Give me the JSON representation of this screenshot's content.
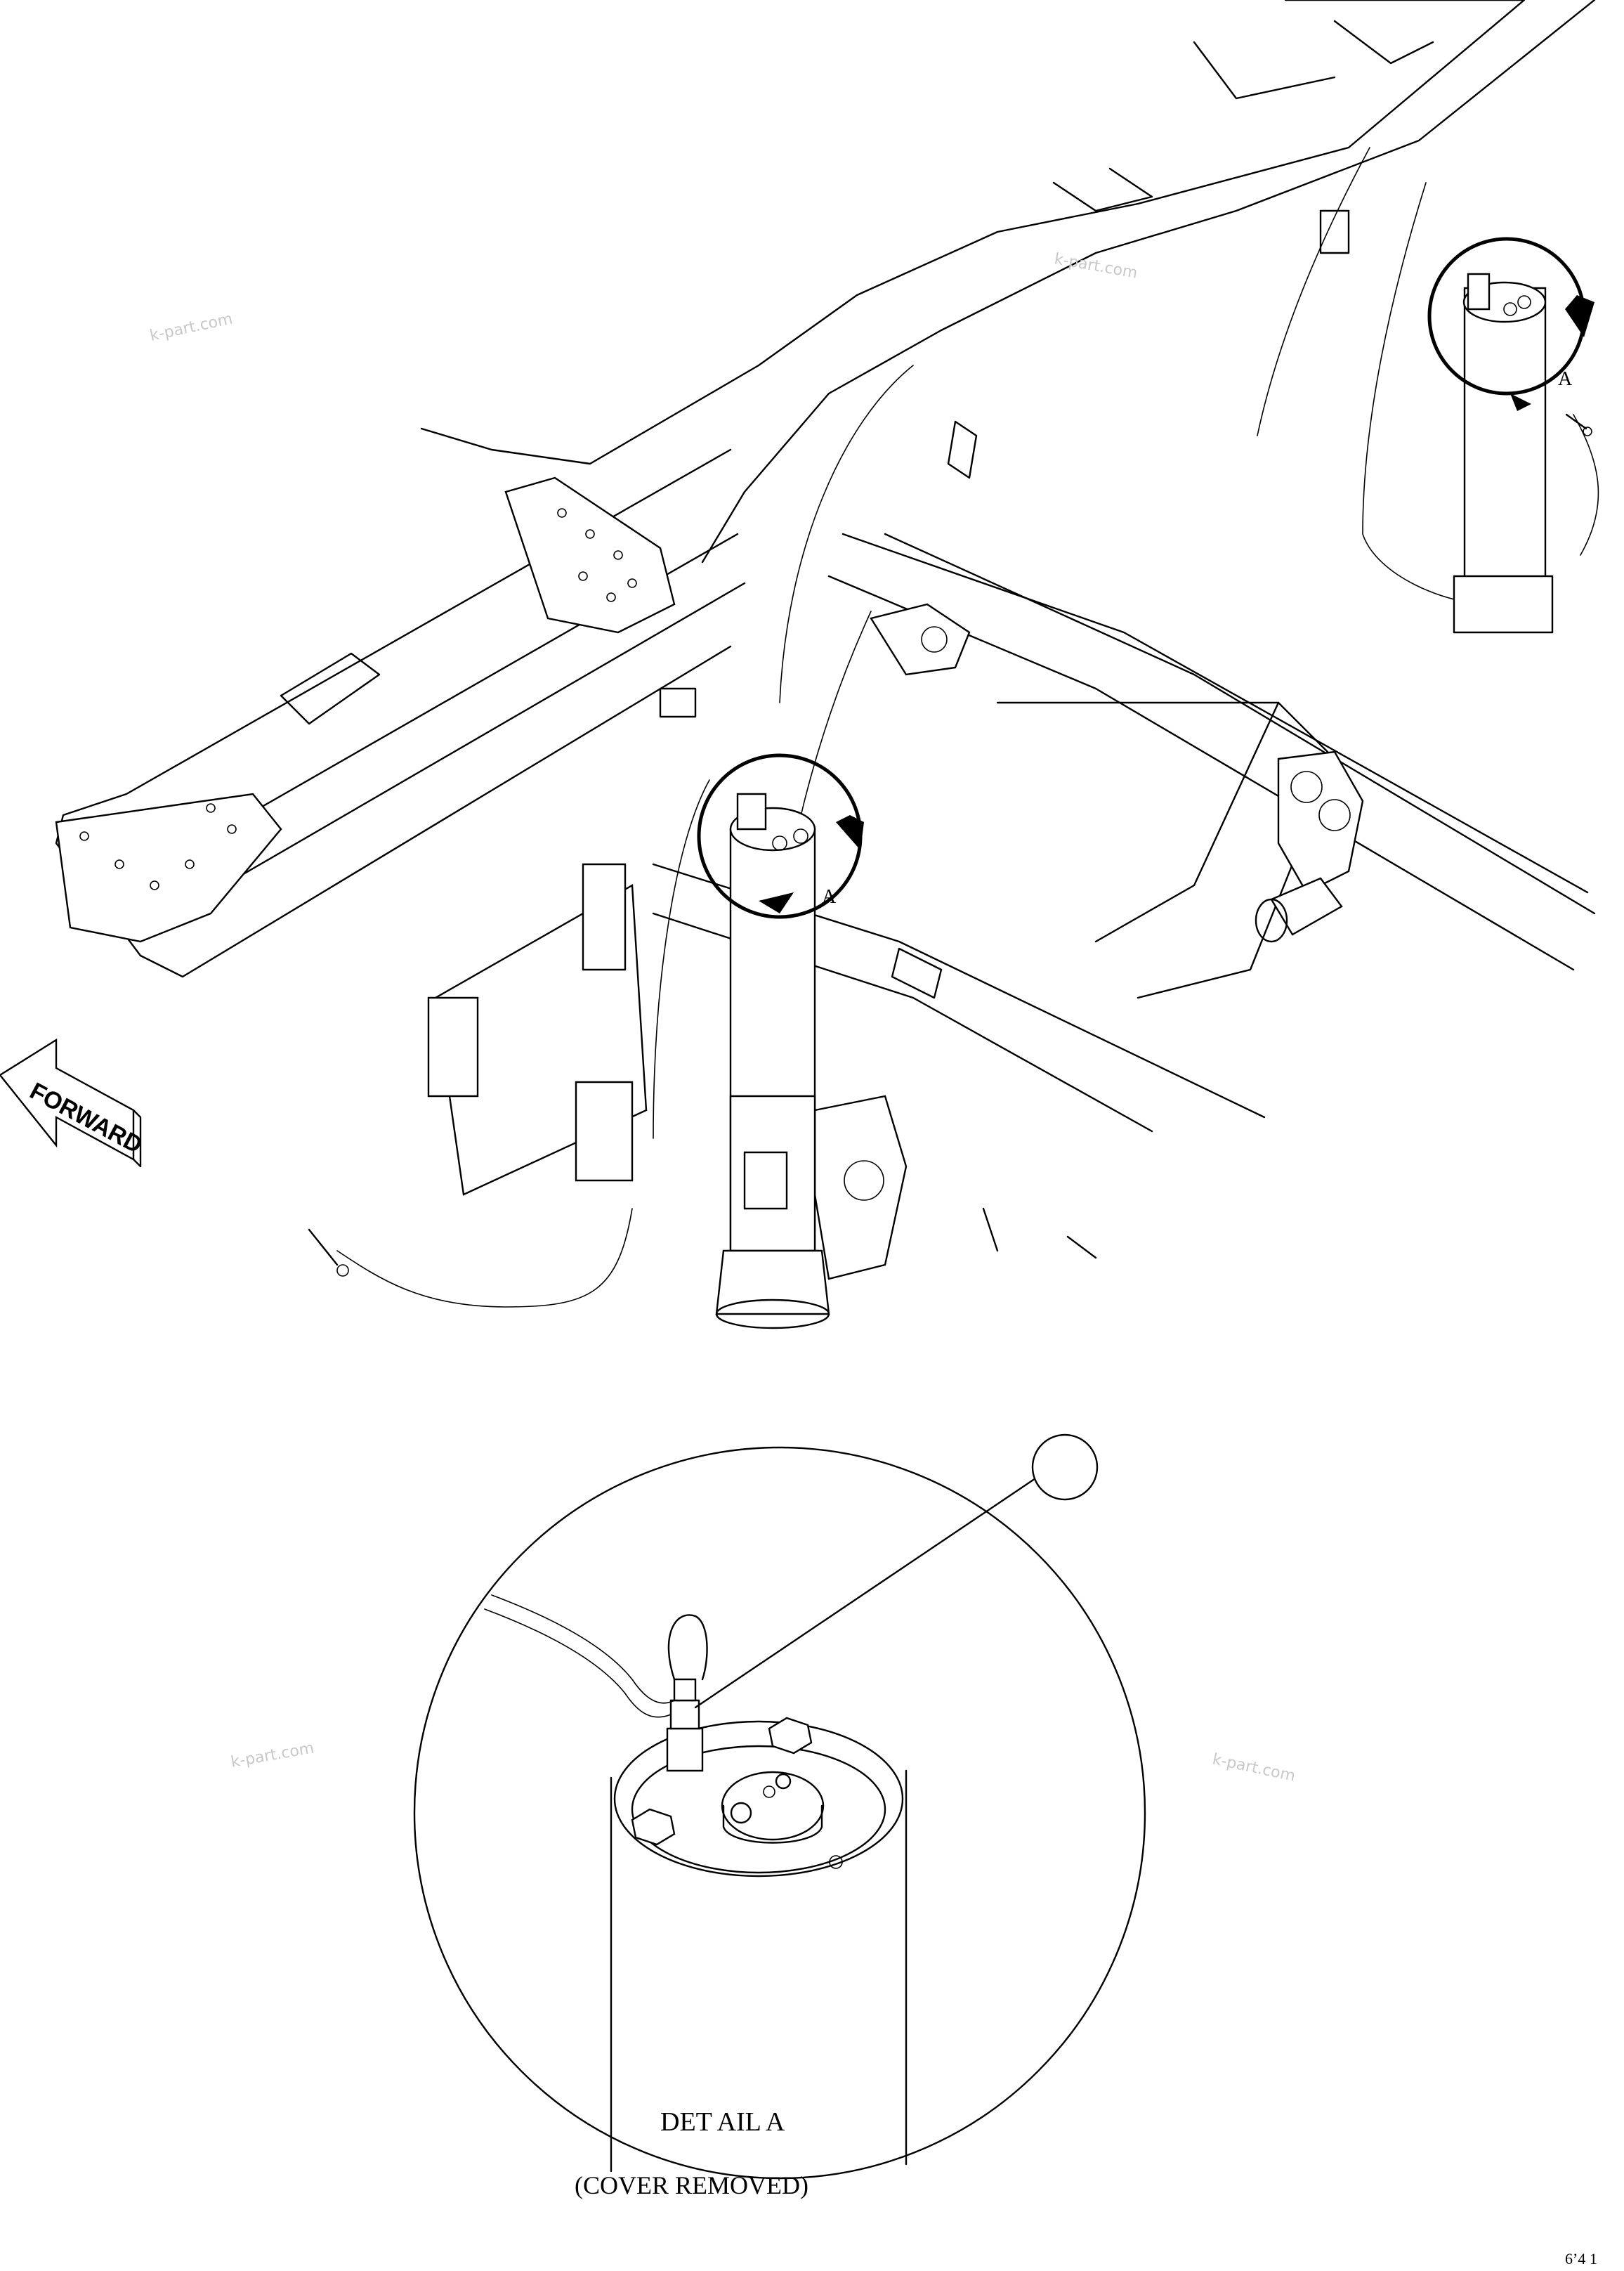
{
  "labels": {
    "detail_ref_right": "A",
    "detail_ref_center": "A",
    "forward": "FORWARD",
    "detail_title": "DET AIL A",
    "detail_subtitle": "(COVER REMOVED)",
    "page_code": "6’4 1"
  },
  "watermarks": [
    "k-part.com",
    "k-part.com",
    "k-part.com",
    "k-part.com"
  ],
  "callouts": [
    ""
  ],
  "colors": {
    "line": "#000000",
    "background": "#ffffff",
    "watermark": "#c8c8c8"
  },
  "icons": {
    "forward_arrow": "forward-arrow-icon",
    "rotation_arrow": "rotation-arrow-icon"
  }
}
